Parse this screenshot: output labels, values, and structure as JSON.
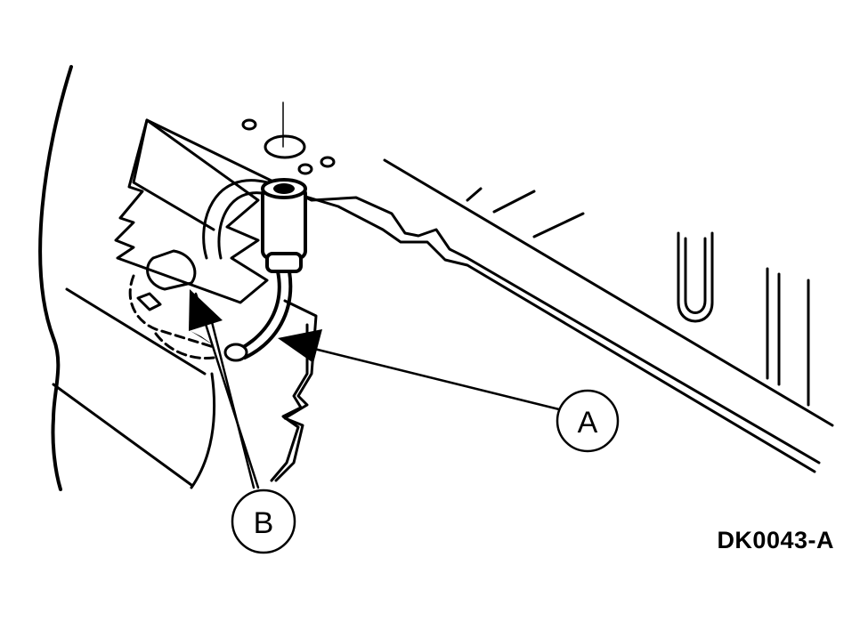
{
  "callouts": {
    "a": "A",
    "b": "B"
  },
  "figure_id": "DK0043-A",
  "colors": {
    "ink": "#000000",
    "background": "#ffffff"
  }
}
